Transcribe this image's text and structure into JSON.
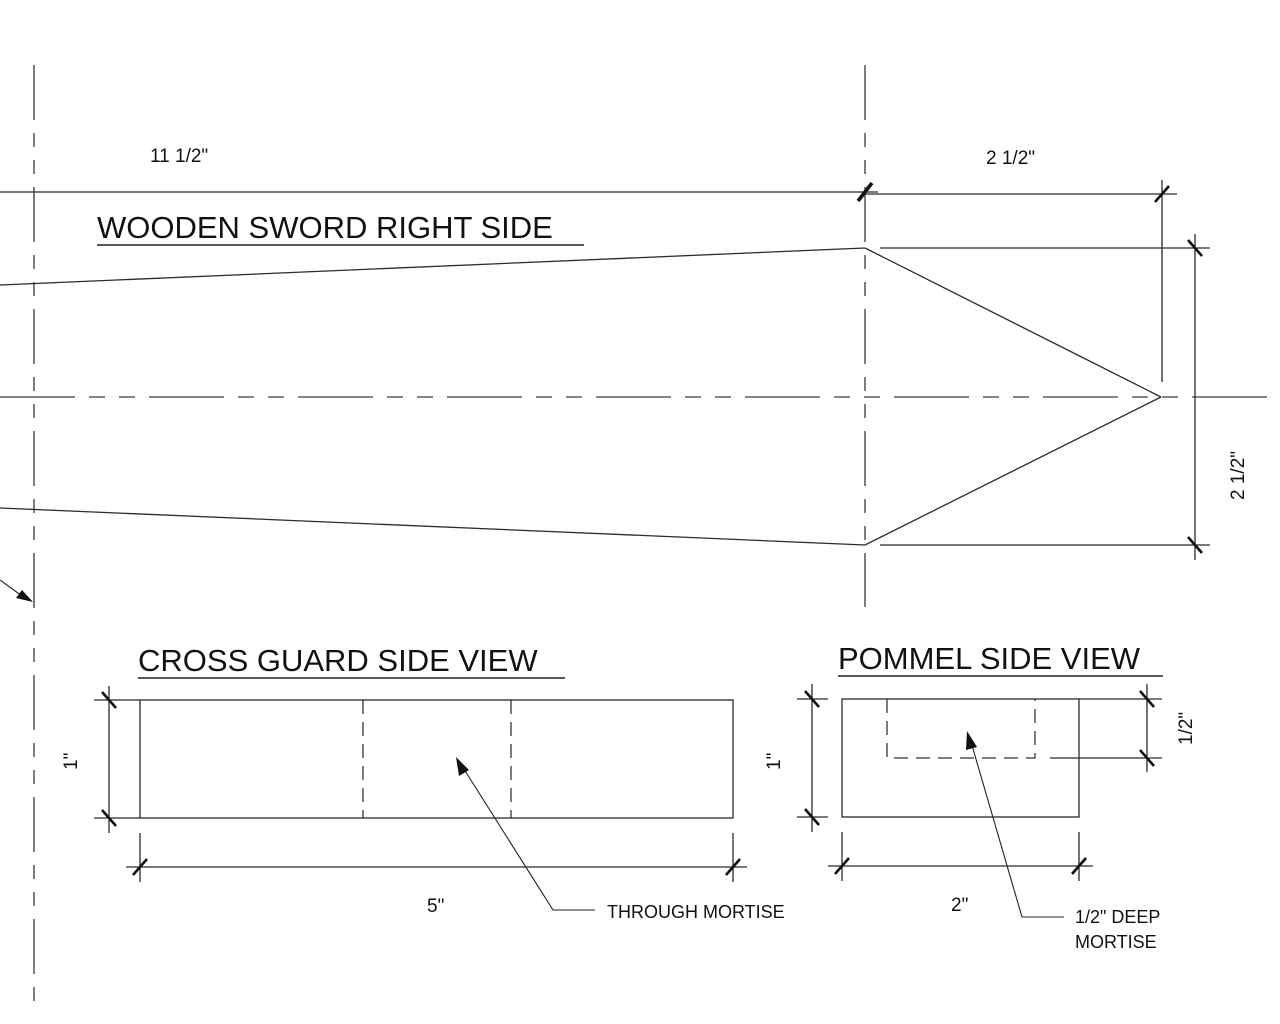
{
  "drawing": {
    "views": {
      "sword_right_side": {
        "title": "WOODEN SWORD RIGHT SIDE",
        "dimensions": {
          "blade_length": "11 1/2\"",
          "tip_length": "2 1/2\"",
          "blade_width": "2 1/2\""
        }
      },
      "cross_guard": {
        "title": "CROSS GUARD SIDE VIEW",
        "dimensions": {
          "height": "1\"",
          "length": "5\""
        },
        "note": "THROUGH MORTISE"
      },
      "pommel": {
        "title": "POMMEL SIDE VIEW",
        "dimensions": {
          "height": "1\"",
          "mortise_depth": "1/2\"",
          "length": "2\""
        },
        "note_lines": [
          "1/2\" DEEP",
          "MORTISE"
        ]
      }
    }
  }
}
